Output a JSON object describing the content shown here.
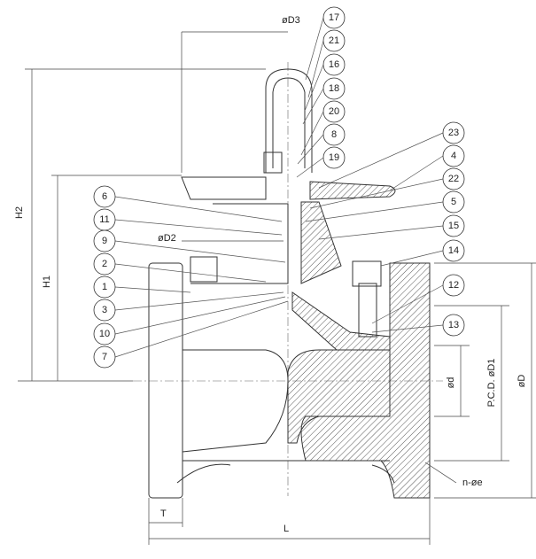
{
  "title": "Diaphragm valve sectional drawing",
  "dimensions": {
    "d3": "øD3",
    "d2": "øD2",
    "h2": "H2",
    "h1": "H1",
    "d": "ød",
    "d1": "P.C.D. øD1",
    "D": "øD",
    "ne": "n-øe",
    "t": "T",
    "l": "L"
  },
  "callouts_left": [
    "6",
    "11",
    "9",
    "2",
    "1",
    "3",
    "10",
    "7"
  ],
  "callouts_top": [
    "17",
    "21",
    "16",
    "18",
    "20",
    "8",
    "19"
  ],
  "callouts_right": [
    "23",
    "4",
    "22",
    "5",
    "15",
    "14",
    "12",
    "13"
  ]
}
